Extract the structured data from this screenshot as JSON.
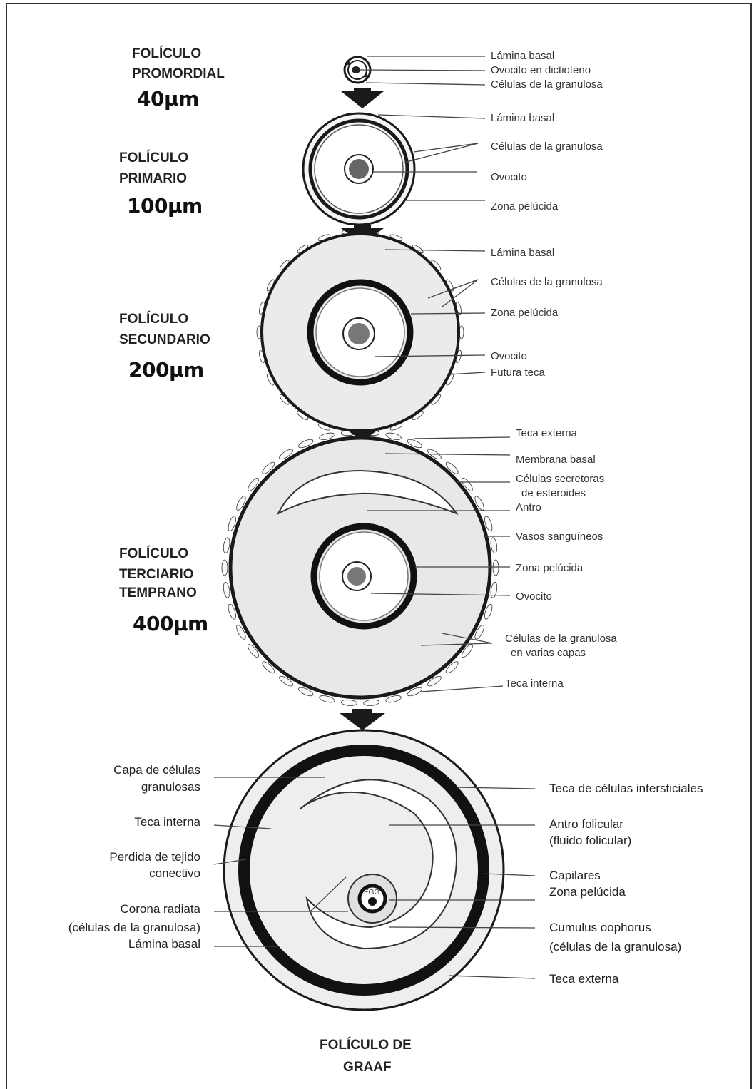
{
  "colors": {
    "ink": "#1a1a1a",
    "line": "#444444",
    "cell_fill": "#f4f4f4",
    "antrum": "#ffffff"
  },
  "stages": [
    {
      "id": "primordial",
      "name_lines": [
        "FOLÍCULO",
        "PROMORDIAL"
      ],
      "size": "40µm",
      "labels": [
        "Lámina basal",
        "Ovocito en dictioteno",
        "Células de la granulosa"
      ]
    },
    {
      "id": "primario",
      "name_lines": [
        "FOLÍCULO",
        "PRIMARIO"
      ],
      "size": "100µm",
      "labels": [
        "Lámina basal",
        "Células de la granulosa",
        "Ovocito",
        "Zona pelúcida"
      ]
    },
    {
      "id": "secundario",
      "name_lines": [
        "FOLÍCULO",
        "SECUNDARIO"
      ],
      "size": "200µm",
      "labels": [
        "Lámina basal",
        "Células de la granulosa",
        "Zona pelúcida",
        "Ovocito",
        "Futura teca"
      ]
    },
    {
      "id": "terciario",
      "name_lines": [
        "FOLÍCULO",
        "TERCIARIO",
        "TEMPRANO"
      ],
      "size": "400µm",
      "labels": [
        "Teca externa",
        "Membrana basal",
        "Células secretoras",
        "de esteroides",
        "Antro",
        "Vasos sanguíneos",
        "Zona pelúcida",
        "Ovocito",
        "Células de la granulosa",
        "en varias capas",
        "Teca interna"
      ]
    },
    {
      "id": "graaf",
      "name_lines": [
        "FOLÍCULO DE",
        "GRAAF"
      ],
      "left_labels": [
        "Capa de células",
        "granulosas",
        "Teca interna",
        "Perdida de tejido",
        "conectivo",
        "Corona radiata",
        "(células de la granulosa)",
        "Lámina basal"
      ],
      "right_labels": [
        "Teca de células intersticiales",
        "Antro folicular",
        "(fluido folicular)",
        "Capilares",
        "Zona pelúcida",
        "Cumulus oophorus",
        "(células de la granulosa)",
        "Teca externa"
      ],
      "egg_text": "EGG"
    }
  ]
}
